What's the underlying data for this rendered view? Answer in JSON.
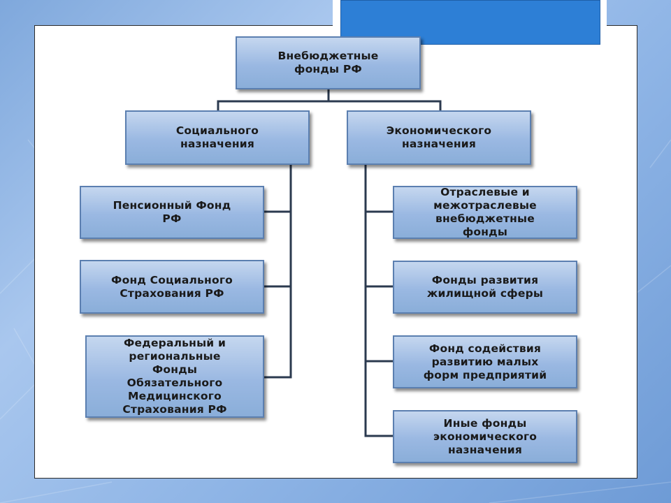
{
  "diagram": {
    "root": "Внебюджетные\nфонды РФ",
    "branches": [
      {
        "label": "Социального\nназначения",
        "children": [
          "Пенсионный Фонд\nРФ",
          "Фонд Социального\nСтрахования РФ",
          "Федеральный и\nрегиональные\nФонды\nОбязательного\nМедицинского\nСтрахования РФ"
        ]
      },
      {
        "label": "Экономического\nназначения",
        "children": [
          "Отраслевые и\nмежотраслевые\nвнебюджетные\nфонды",
          "Фонды развития\nжилищной сферы",
          "Фонд содействия\nразвитию малых\nформ предприятий",
          "Иные фонды\nэкономического\nназначения"
        ]
      }
    ]
  },
  "colors": {
    "box_fill_top": "#c5d7ef",
    "box_fill_bottom": "#8aaed9",
    "box_border": "#5b7fb0",
    "connector": "#2b3a4f",
    "accent": "#2d7fd6"
  }
}
